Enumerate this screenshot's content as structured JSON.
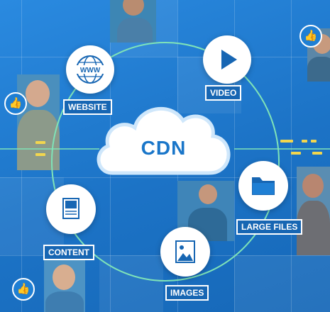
{
  "diagram": {
    "center": "CDN",
    "nodes": {
      "website": {
        "label": "WEBSITE",
        "icon": "globe-www-icon"
      },
      "video": {
        "label": "VIDEO",
        "icon": "play-icon"
      },
      "large_files": {
        "label": "LARGE FILES",
        "icon": "folder-icon"
      },
      "images": {
        "label": "IMAGES",
        "icon": "image-icon"
      },
      "content": {
        "label": "CONTENT",
        "icon": "document-icon"
      }
    },
    "globe_text": "WWW"
  },
  "colors": {
    "background": "#1e78c8",
    "ring": "#7fe3b8",
    "accent": "#1766b3",
    "dashes": "#f2d64e"
  }
}
